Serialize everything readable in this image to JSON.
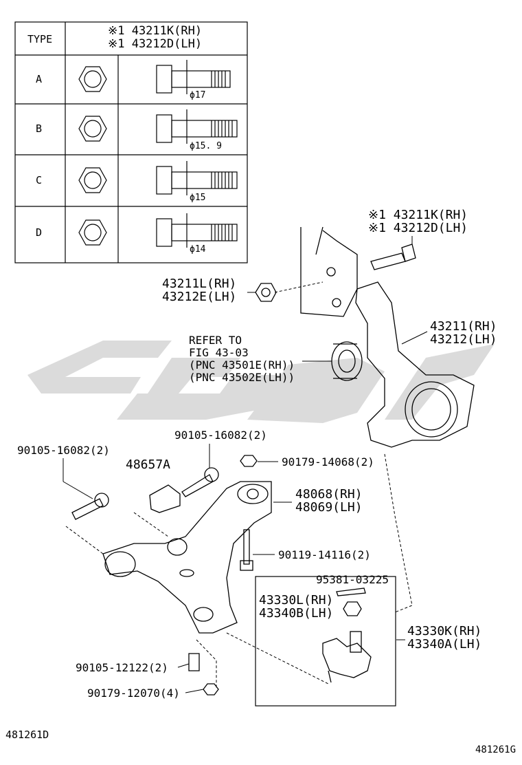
{
  "table": {
    "header_type": "TYPE",
    "header_part1": "※1 43211K(RH)",
    "header_part2": "※1 43212D(LH)",
    "rows": [
      {
        "type": "A",
        "dim": "ϕ17"
      },
      {
        "type": "B",
        "dim": "ϕ15. 9"
      },
      {
        "type": "C",
        "dim": "ϕ15"
      },
      {
        "type": "D",
        "dim": "ϕ14"
      }
    ]
  },
  "labels": {
    "bolt_top_rh": "※1 43211K(RH)",
    "bolt_top_lh": "※1 43212D(LH)",
    "nut_rh": "43211L(RH)",
    "nut_lh": "43212E(LH)",
    "knuckle_rh": "43211(RH)",
    "knuckle_lh": "43212(LH)",
    "refer1": "REFER TO",
    "refer2": "FIG 43-03",
    "refer3": "(PNC 43501E(RH))",
    "refer4": "(PNC 43502E(LH))",
    "bolt_a": "90105-16082(2)",
    "bolt_b": "90105-16082(2)",
    "bracket": "48657A",
    "nut_c": "90179-14068(2)",
    "arm_rh": "48068(RH)",
    "arm_lh": "48069(LH)",
    "bolt_d": "90119-14116(2)",
    "pin": "95381-03225",
    "ballnut_rh": "43330L(RH)",
    "ballnut_lh": "43340B(LH)",
    "balljoint_rh": "43330K(RH)",
    "balljoint_lh": "43340A(LH)",
    "bolt_e": "90105-12122(2)",
    "nut_e": "90179-12070(4)"
  },
  "footer": {
    "left_code": "481261D",
    "right_code": "481261G"
  }
}
